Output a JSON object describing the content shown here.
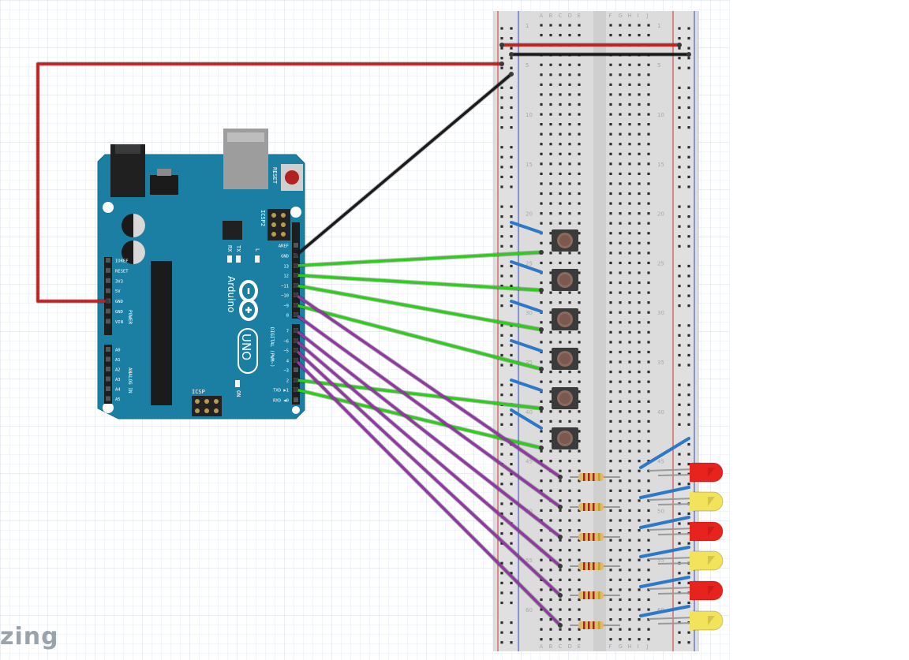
{
  "watermark": "zing",
  "arduino": {
    "brand": "Arduino",
    "model": "UNO",
    "reset_label": "RESET",
    "icsp2_label": "ICSP2",
    "icsp_label": "ICSP",
    "on_label": "ON",
    "led_labels": [
      "TX",
      "RX",
      "L"
    ],
    "power_header_label": "POWER",
    "analog_header_label": "ANALOG IN",
    "digital_header_label": "DIGITAL (PWM~)",
    "power_pins": [
      "IOREF",
      "RESET",
      "3V3",
      "5V",
      "GND",
      "GND",
      "VIN"
    ],
    "analog_pins": [
      "A0",
      "A1",
      "A2",
      "A3",
      "A4",
      "A5"
    ],
    "digital_top_pins": [
      "AREF",
      "GND",
      "13",
      "12",
      "~11",
      "~10",
      "~9",
      "8"
    ],
    "digital_bottom_pins": [
      "7",
      "~6",
      "~5",
      "4",
      "~3",
      "2",
      "TXD ▶1",
      "RXD ◀0"
    ]
  },
  "breadboard": {
    "column_letters_left": [
      "A",
      "B",
      "C",
      "D",
      "E"
    ],
    "column_letters_right": [
      "F",
      "G",
      "H",
      "I",
      "J"
    ],
    "row_numbers": [
      "1",
      "5",
      "10",
      "15",
      "20",
      "25",
      "30",
      "35",
      "40",
      "45",
      "50",
      "55",
      "60"
    ]
  },
  "colors": {
    "board_teal": "#1b7fa3",
    "wire_red": "#c41e1e",
    "wire_black": "#1b1b1b",
    "wire_green": "#2ecc1c",
    "wire_purple": "#8e3aa0",
    "wire_blue": "#2e78c8",
    "led_red": "#e8231e",
    "led_yellow": "#f3e35a",
    "grid_line": "#dfe6ee"
  },
  "leds": [
    "red",
    "yellow",
    "red",
    "yellow",
    "red",
    "yellow"
  ],
  "buttons_count": 6
}
